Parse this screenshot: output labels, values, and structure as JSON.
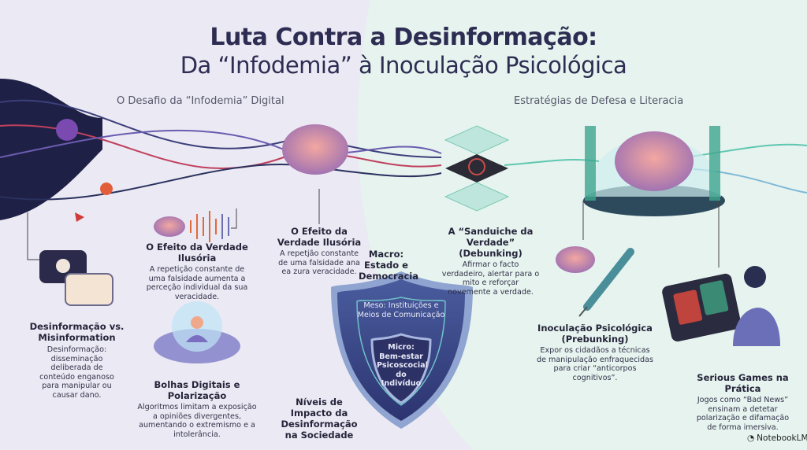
{
  "title": {
    "line1": "Luta Contra a Desinformação:",
    "line2": "Da “Infodemia” à Inoculação Psicológica"
  },
  "sections": {
    "left_heading": "O Desafio da “Infodemia” Digital",
    "right_heading": "Estratégias de Defesa e Literacia"
  },
  "cards": {
    "desinformacao": {
      "title": "Desinformação vs. Misinformation",
      "body": "Desinformação: disseminação deliberada de conteúdo enganoso para manipular ou causar dano."
    },
    "efeito1": {
      "title": "O Efeito da Verdade Ilusória",
      "body": "A repetição constante de uma falsidade aumenta a perceção individual da sua veracidade."
    },
    "efeito2": {
      "title": "O Efeito da Verdade Ilusória",
      "body": "A repetjão constante de uma falsidade ana ea zura veracidade."
    },
    "bolhas": {
      "title": "Bolhas Digitais e Polarização",
      "body": "Algoritmos limitam a exposição a opiniões divergentes, aumentando o extremismo e a intolerância."
    },
    "niveis": {
      "title": "Níveis de Impacto da Desinformação na Sociedade"
    },
    "sanduiche": {
      "title": "A “Sanduiche da Verdade” (Debunking)",
      "body": "Afirmar o facto verdadeiro, alertar para o mito e reforçar novemente a verdade."
    },
    "inoculacao": {
      "title": "Inoculação Psicológica (Prebunking)",
      "body": "Expor os cidadãos a técnicas de manipulação enfraquecidas para criar “anticorpos cognitivos”."
    },
    "games": {
      "title": "Serious Games na Prática",
      "body": "Jogos como “Bad News” ensinam a detetar polarização e difamação de forma imersiva."
    }
  },
  "shield": {
    "macro": "Macro: Estado e Democracia",
    "meso": "Meso: Instituições e Meios de Comunicação",
    "micro": "Micro: Bem-estar Psicoscocial do Indivíduo"
  },
  "brand": "NotebookLM",
  "colors": {
    "title": "#2d2c52",
    "left_bg": "#ebe9f3",
    "right_bg": "#e6f3ee",
    "navy": "#1f2045",
    "shield": "#3a4a86",
    "teal": "#5fc7b0"
  }
}
